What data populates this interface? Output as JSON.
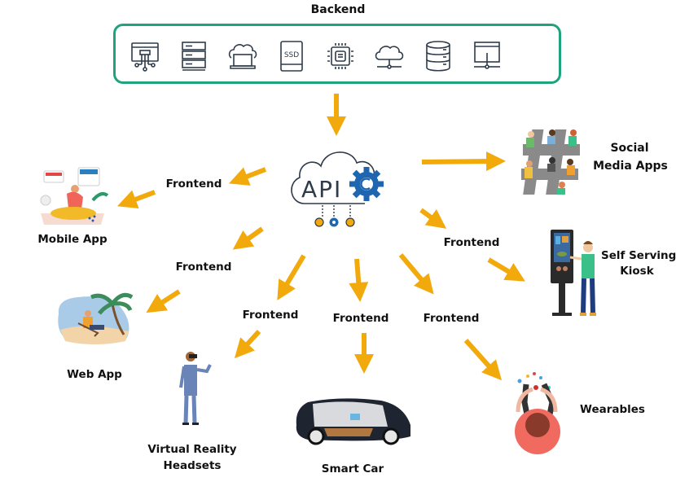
{
  "backend": {
    "title": "Backend",
    "icons": [
      "server-network-icon",
      "server-rack-icon",
      "cloud-laptop-icon",
      "ssd-drive-icon",
      "cpu-chip-icon",
      "cloud-network-icon",
      "database-icon",
      "monitor-network-icon"
    ],
    "ssd_text": "SSD"
  },
  "api": {
    "text": "API",
    "icon": "api-cloud-gear-icon"
  },
  "colors": {
    "arrow": "#f2a90c",
    "border": "#1fa37d",
    "api_blue": "#1f66b0",
    "api_gold": "#f2a90c",
    "line": "#2f3b4a"
  },
  "frontend_label": "Frontend",
  "labels": {
    "f1": "Frontend",
    "f2": "Frontend",
    "f3": "Frontend",
    "f4": "Frontend",
    "f5": "Frontend",
    "f6": "Frontend"
  },
  "clients": {
    "mobile": "Mobile App",
    "web": "Web App",
    "vr_line1": "Virtual Reality",
    "vr_line2": "Headsets",
    "car": "Smart Car",
    "wearables": "Wearables",
    "kiosk_line1": "Self Serving",
    "kiosk_line2": "Kiosk",
    "social_line1": "Social",
    "social_line2": "Media Apps"
  }
}
